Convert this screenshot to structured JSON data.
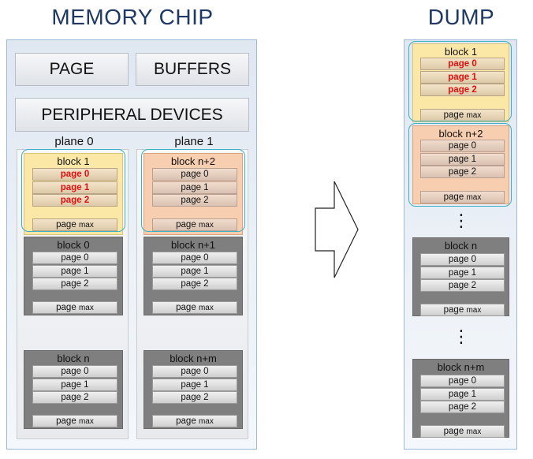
{
  "memory_chip": {
    "title": "MEMORY CHIP",
    "page_label": "PAGE",
    "buffers_label": "BUFFERS",
    "peripheral_label": "PERIPHERAL DEVICES",
    "plane0": {
      "label": "plane 0",
      "block_top": {
        "title": "block 1",
        "pages": [
          "page 0",
          "page 1",
          "page 2"
        ],
        "max_word": "page",
        "max_small": "max"
      },
      "block_mid": {
        "title": "block 0",
        "pages": [
          "page 0",
          "page 1",
          "page 2"
        ],
        "max_word": "page",
        "max_small": "max"
      },
      "block_bottom": {
        "title": "block n",
        "pages": [
          "page 0",
          "page 1",
          "page 2"
        ],
        "max_word": "page",
        "max_small": "max"
      }
    },
    "plane1": {
      "label": "plane 1",
      "block_top": {
        "title": "block n+2",
        "pages": [
          "page 0",
          "page 1",
          "page 2"
        ],
        "max_word": "page",
        "max_small": "max"
      },
      "block_mid": {
        "title": "block n+1",
        "pages": [
          "page 0",
          "page 1",
          "page 2"
        ],
        "max_word": "page",
        "max_small": "max"
      },
      "block_bottom": {
        "title": "block n+m",
        "pages": [
          "page 0",
          "page 1",
          "page 2"
        ],
        "max_word": "page",
        "max_small": "max"
      }
    }
  },
  "dump": {
    "title": "DUMP",
    "blocks": [
      {
        "title": "block 1",
        "pages": [
          "page 0",
          "page 1",
          "page 2"
        ],
        "max_word": "page",
        "max_small": "max"
      },
      {
        "title": "block n+2",
        "pages": [
          "page 0",
          "page 1",
          "page 2"
        ],
        "max_word": "page",
        "max_small": "max"
      },
      {
        "title": "block n",
        "pages": [
          "page 0",
          "page 1",
          "page 2"
        ],
        "max_word": "page",
        "max_small": "max"
      },
      {
        "title": "block n+m",
        "pages": [
          "page 0",
          "page 1",
          "page 2"
        ],
        "max_word": "page",
        "max_small": "max"
      }
    ],
    "ellipsis": "⋮"
  },
  "colors": {
    "title": "#1f3864",
    "highlight": "#3eb0c6",
    "red_page": "#e01010",
    "block_yellow": "#fbe8a6",
    "block_orange": "#f8ceb0",
    "block_gray": "#7f7f7f"
  }
}
